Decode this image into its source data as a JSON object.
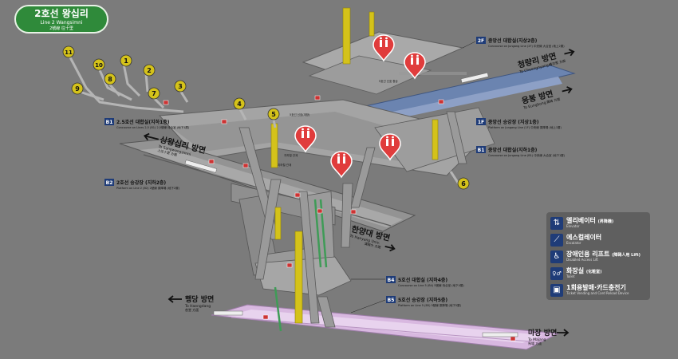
{
  "title": {
    "line1": "2호선 왕십리",
    "line2": "Line 2 Wangsimni",
    "line3": "2號線 往十里"
  },
  "exits": [
    "1",
    "2",
    "3",
    "4",
    "5",
    "6",
    "7",
    "8",
    "9",
    "10",
    "11"
  ],
  "levels": {
    "f2": {
      "badge": "2F",
      "ko": "중앙선 대합실(지상2층)",
      "en": "Concourse on Jungang Line (2F) 中央線 大合室 (地上2層)"
    },
    "f1": {
      "badge": "1F",
      "ko": "중앙선 승강장 (지상1층)",
      "en": "Platform on Jungang Line (1F) 中央線 乘降場 (地上1層)"
    },
    "b1j": {
      "badge": "B1",
      "ko": "중앙선 대합실(지하1층)",
      "en": "Concourse on Jungang Line (B1) 中央線 大合室 (地下1層)"
    },
    "b1": {
      "badge": "B1",
      "ko": "2.5호선 대합실(지하1층)",
      "en": "Concourse on Lines 2,5 (B1) 2,5號線 待合室 (地下1層)"
    },
    "b2": {
      "badge": "B2",
      "ko": "2호선 승강장 (지하2층)",
      "en": "Platform on Line 2 (B2) 2號線 乘降場 (地下2層)"
    },
    "b4": {
      "badge": "B4",
      "ko": "5호선 대합실 (지하4층)",
      "en": "Concourse on Line 5 (B4) 5號線 待合室 (地下4層)"
    },
    "b5": {
      "badge": "B5",
      "ko": "5호선 승강장 (지하5층)",
      "en": "Platform on Line 5 (B5) 5號線 乘降場 (地下5層)"
    }
  },
  "center_labels": {
    "gate": "지하철 관계",
    "gate2": "지하철 관계",
    "transfer": "5호선 신호(개방)",
    "transfer2": "5호선 신호 환승"
  },
  "directions": {
    "cheongnyangni": {
      "ko": "청량리 방면",
      "en": "To Cheongnyangni",
      "zh": "清凉里 方面"
    },
    "eungbong": {
      "ko": "응봉 방면",
      "en": "To Eungbong",
      "zh": "鷹峰 方面"
    },
    "sangwangsimni": {
      "ko": "상왕십리 방면",
      "en": "To Sangwangsimni",
      "zh": "上往十里 方面"
    },
    "hanyangdae": {
      "ko": "한양대 방면",
      "en": "To Hanyang Univ.",
      "zh": "漢陽大 方面"
    },
    "haengdang": {
      "ko": "행당 방면",
      "en": "To Haengdang",
      "zh": "杏堂 方面"
    },
    "majang": {
      "ko": "마장 방면",
      "en": "To Majang",
      "zh": "馬場 方面"
    }
  },
  "legend": [
    {
      "ko": "엘리베이터",
      "zh": "(昇降機)",
      "en": "Elevator",
      "icon": "elevator-icon",
      "glyph": "⇅"
    },
    {
      "ko": "에스컬레이터",
      "zh": "",
      "en": "Escalator",
      "icon": "escalator-icon",
      "glyph": "⟋"
    },
    {
      "ko": "장애인용 리프트",
      "zh": "(障碍人用 Lift)",
      "en": "Disabled Access Lift",
      "icon": "wheelchair-lift-icon",
      "glyph": "♿"
    },
    {
      "ko": "화장실",
      "zh": "(化粧室)",
      "en": "Toilet",
      "icon": "toilet-icon",
      "glyph": "♀♂"
    },
    {
      "ko": "1회용발매·카드충전기",
      "zh": "",
      "en": "Ticket Vending and Card Reload Device",
      "icon": "ticket-machine-icon",
      "glyph": "▣"
    }
  ],
  "colors": {
    "background": "#7b7b7b",
    "line2_green": "#2f8a3a",
    "jungang_blue": "#6b84b0",
    "line5_purple": "#d8b8e0",
    "yellow_column": "#d4c21a",
    "toilet_pin": "#e03c3c",
    "badge_navy": "#1f3c78"
  }
}
